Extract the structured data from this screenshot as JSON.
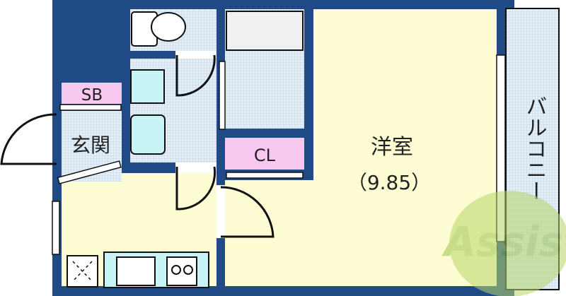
{
  "rooms": {
    "storage_label": "SB",
    "entrance_label": "玄関",
    "closet_label": "CL",
    "western_room_label": "洋室",
    "western_room_size": "（9.85）",
    "balcony_label": "バルコニー"
  },
  "watermark": "Assist",
  "colors": {
    "wall": "#1f4a86",
    "floor_yellow": "#fefcd2",
    "wet_area": "#d6e6f2",
    "storage_pink": "#f8c8f0",
    "fixture_cyan": "#c8f4f8"
  }
}
